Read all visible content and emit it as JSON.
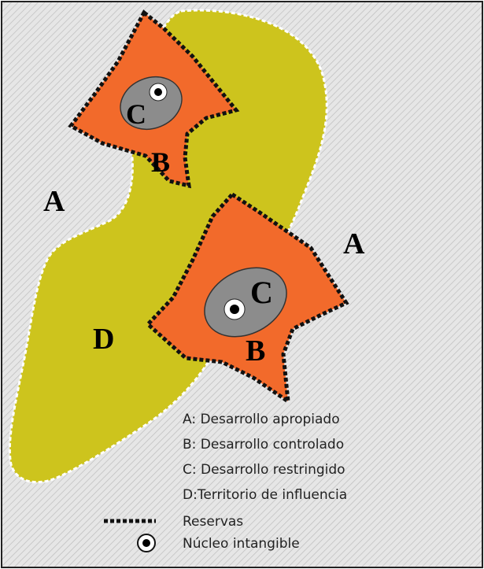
{
  "colors": {
    "background_hatch": "#e6e6e6",
    "hatch_line": "#bdbdbd",
    "influence_territory": "#cdc41d",
    "controlled_development": "#f26a2b",
    "restricted_development": "#8c8c8c",
    "reserve_border": "#111111",
    "influence_border": "#ffffff"
  },
  "zone_labels": {
    "a_left": "A",
    "a_right": "A",
    "b_top": "B",
    "b_bottom": "B",
    "c_top": "C",
    "c_bottom": "C",
    "d": "D"
  },
  "legend": {
    "a": "A: Desarrollo apropiado",
    "b": "B: Desarrollo controlado",
    "c": "C: Desarrollo restringido",
    "d": "D:Territorio de influencia",
    "reserves": "Reservas",
    "core": "Núcleo intangible"
  },
  "icons": {
    "reserve_line": "dotted-line-icon",
    "core_marker": "core-marker-icon"
  }
}
